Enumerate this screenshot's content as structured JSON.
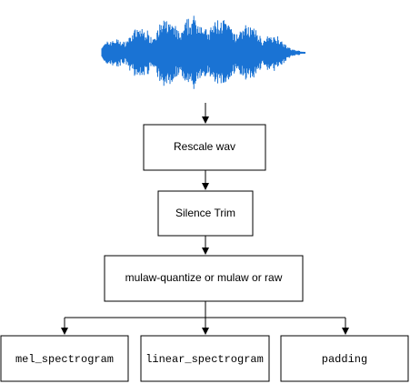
{
  "diagram": {
    "waveform": {
      "icon": "audio-waveform-icon",
      "color": "#1a73d4"
    },
    "nodes": {
      "rescale": "Rescale wav",
      "silence_trim": "Silence Trim",
      "quantize": "mulaw-quantize or mulaw or raw",
      "mel": "mel_spectrogram",
      "linear": "linear_spectrogram",
      "padding": "padding"
    },
    "colors": {
      "stroke": "#000000",
      "fill": "#ffffff",
      "text": "#000000"
    }
  }
}
